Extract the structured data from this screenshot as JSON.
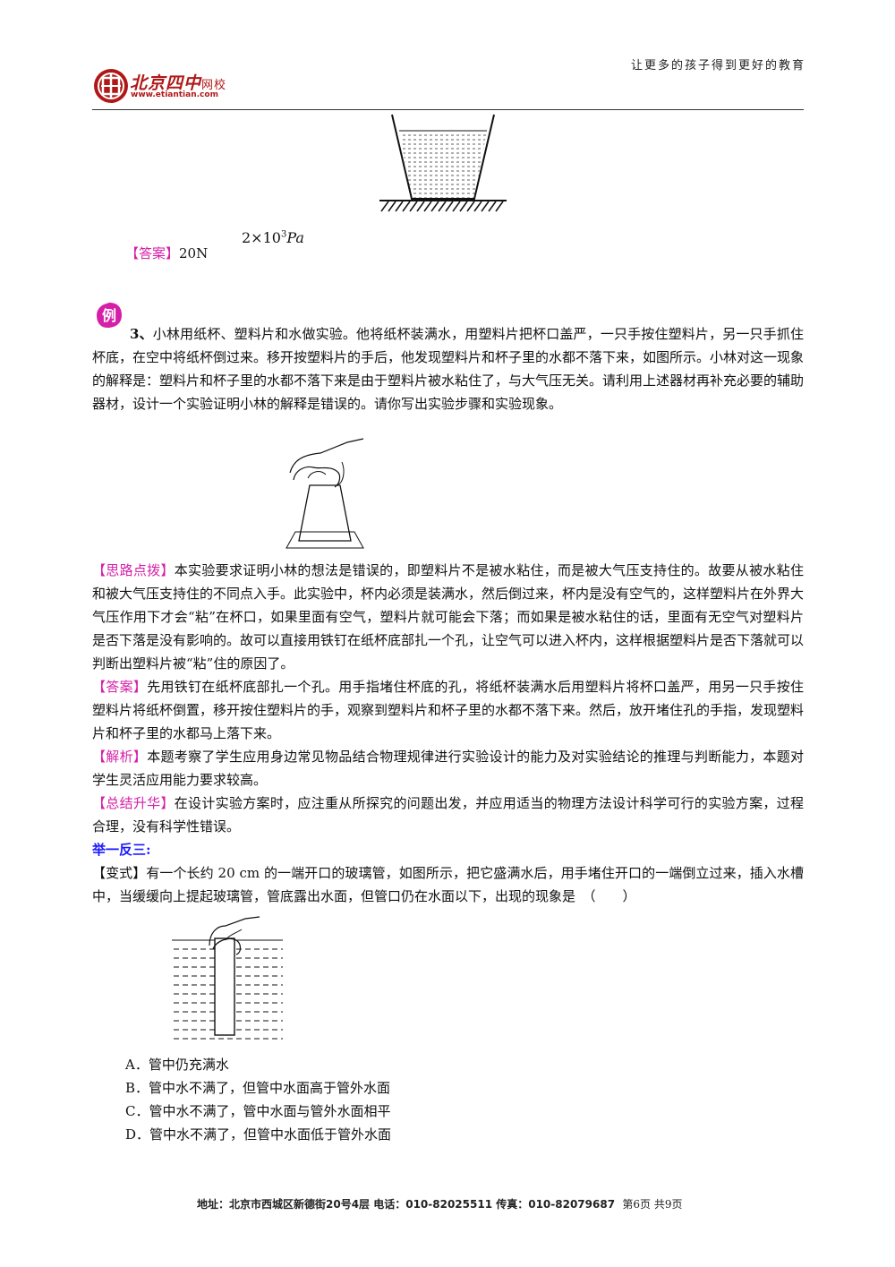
{
  "header": {
    "slogan": "让更多的孩子得到更好的教育",
    "logo_text": "北京四中",
    "logo_sub": "网校",
    "logo_url": "www.etiantian.com"
  },
  "answer1": {
    "label": "【答案】",
    "value": "20N",
    "formula_base": "2×10",
    "formula_exp": "3",
    "formula_unit": "Pa"
  },
  "example3": {
    "badge": "例",
    "number": "3、",
    "question": "小林用纸杯、塑料片和水做实验。他将纸杯装满水，用塑料片把杯口盖严，一只手按住塑料片，另一只手抓住杯底，在空中将纸杯倒过来。移开按塑料片的手后，他发现塑料片和杯子里的水都不落下来，如图所示。小林对这一现象的解释是：塑料片和杯子里的水都不落下来是由于塑料片被水粘住了，与大气压无关。请利用上述器材再补充必要的辅助器材，设计一个实验证明小林的解释是错误的。请你写出实验步骤和实验现象。",
    "hint_label": "【思路点拨】",
    "hint": "本实验要求证明小林的想法是错误的，即塑料片不是被水粘住，而是被大气压支持住的。故要从被水粘住和被大气压支持住的不同点入手。此实验中，杯内必须是装满水，然后倒过来，杯内是没有空气的，这样塑料片在外界大气压作用下才会“粘”在杯口，如果里面有空气，塑料片就可能会下落；而如果是被水粘住的话，里面有无空气对塑料片是否下落是没有影响的。故可以直接用铁钉在纸杯底部扎一个孔，让空气可以进入杯内，这样根据塑料片是否下落就可以判断出塑料片被“粘”住的原因了。",
    "answer_label": "【答案】",
    "answer": "先用铁钉在纸杯底部扎一个孔。用手指堵住杯底的孔，将纸杯装满水后用塑料片将杯口盖严，用另一只手按住塑料片将纸杯倒置，移开按住塑料片的手，观察到塑料片和杯子里的水都不落下来。然后，放开堵住孔的手指，发现塑料片和杯子里的水都马上落下来。",
    "analysis_label": "【解析】",
    "analysis": "本题考察了学生应用身边常见物品结合物理规律进行实验设计的能力及对实验结论的推理与判断能力，本题对学生灵活应用能力要求较高。",
    "summary_label": "【总结升华】",
    "summary": "在设计实验方案时，应注重从所探究的问题出发，并应用适当的物理方法设计科学可行的实验方案，过程合理，没有科学性错误。"
  },
  "variation": {
    "heading": "举一反三:",
    "label": "【变式】",
    "question": "有一个长约 20  cm 的一端开口的玻璃管，如图所示，把它盛满水后，用手堵住开口的一端倒立过来，插入水槽中，当缓缓向上提起玻璃管，管底露出水面，但管口仍在水面以下，出现的现象是　（　　）",
    "options": [
      "A．管中仍充满水",
      "B．管中水不满了，但管中水面高于管外水面",
      "C．管中水不满了，管中水面与管外水面相平",
      "D．管中水不满了，但管中水面低于管外水面"
    ]
  },
  "footer": {
    "address": "地址：北京市西城区新德街20号4层  电话：010-82025511  传真：010-82079687",
    "page": "第6页  共9页"
  },
  "colors": {
    "tag": "#d61fa8",
    "heading": "#1a1aff",
    "logo": "#b01818"
  }
}
